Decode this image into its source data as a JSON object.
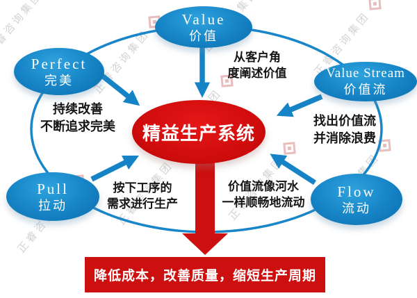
{
  "diagram": {
    "center": {
      "title": "精益生产系统"
    },
    "nodes": {
      "value": {
        "en": "Value",
        "zh": "价值"
      },
      "perfect": {
        "en": "Perfect",
        "zh": "完美"
      },
      "value_stream": {
        "en": "Value Stream",
        "zh": "价值流"
      },
      "pull": {
        "en": "Pull",
        "zh": "拉动"
      },
      "flow": {
        "en": "Flow",
        "zh": "流动"
      }
    },
    "notes": {
      "value": {
        "line1": "从客户角",
        "line2": "度阐述价值"
      },
      "perfect": {
        "line1": "持续改善",
        "line2": "不断追求完美"
      },
      "value_stream": {
        "line1": "找出价值流",
        "line2": "并消除浪费"
      },
      "pull": {
        "line1": "按下工序的",
        "line2": "需求进行生产"
      },
      "flow": {
        "line1": "价值流像河水",
        "line2": "一样顺畅地流动"
      }
    },
    "banner": {
      "text": "降低成本，改善质量，缩短生产周期"
    },
    "watermark": {
      "text": "正睿咨询集团"
    },
    "colors": {
      "node_blue": "#1583c5",
      "center_red": "#d20d0d",
      "banner_red": "#cc0f0f",
      "arrow_blue": "#1583c5",
      "note_black": "#151515"
    }
  }
}
